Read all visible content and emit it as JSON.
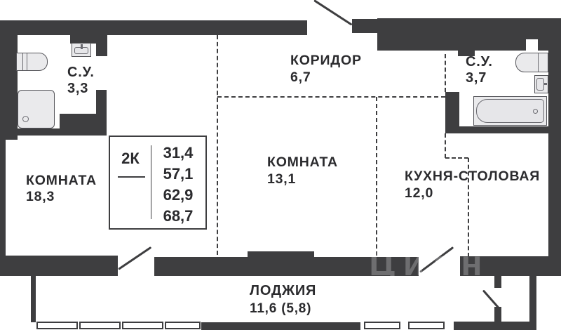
{
  "plan": {
    "title": "2K apartment floor plan",
    "info_box": {
      "type": "2К",
      "values": [
        "31,4",
        "57,1",
        "62,9",
        "68,7"
      ]
    },
    "rooms": {
      "bathroom_small": {
        "name": "С.У.",
        "area": "3,3"
      },
      "corridor": {
        "name": "КОРИДОР",
        "area": "6,7"
      },
      "bathroom_large": {
        "name": "С.У.",
        "area": "3,7"
      },
      "room_left": {
        "name": "КОМНАТА",
        "area": "18,3"
      },
      "room_center": {
        "name": "КОМНАТА",
        "area": "13,1"
      },
      "kitchen": {
        "name": "КУХНЯ-СТОЛОВАЯ",
        "area": "12,0"
      },
      "loggia": {
        "name": "ЛОДЖИЯ",
        "area": "11,6 (5,8)"
      }
    },
    "watermark": "Циан",
    "colors": {
      "wall": "#3e3e40",
      "fixture_fill": "#eaeaec",
      "fixture_border": "#55555a",
      "text": "#2b2b2e",
      "background": "#ffffff"
    }
  }
}
